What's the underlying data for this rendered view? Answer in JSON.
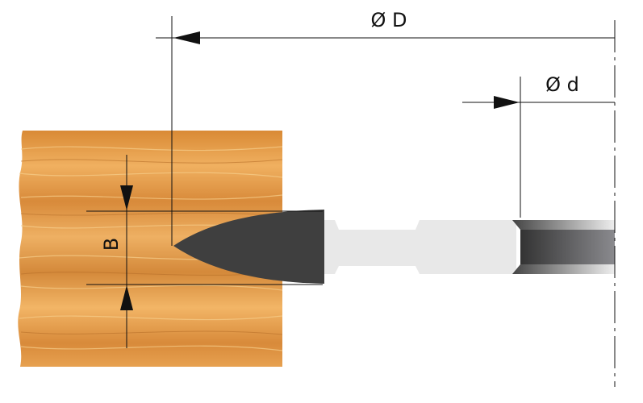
{
  "labels": {
    "outer_diameter": "Ø D",
    "bore_diameter": "Ø d",
    "cut_width": "B"
  },
  "colors": {
    "wood": "#e39a45",
    "cutter": "#3f3f3f",
    "body": "#e8e8e8",
    "line": "#111111"
  }
}
